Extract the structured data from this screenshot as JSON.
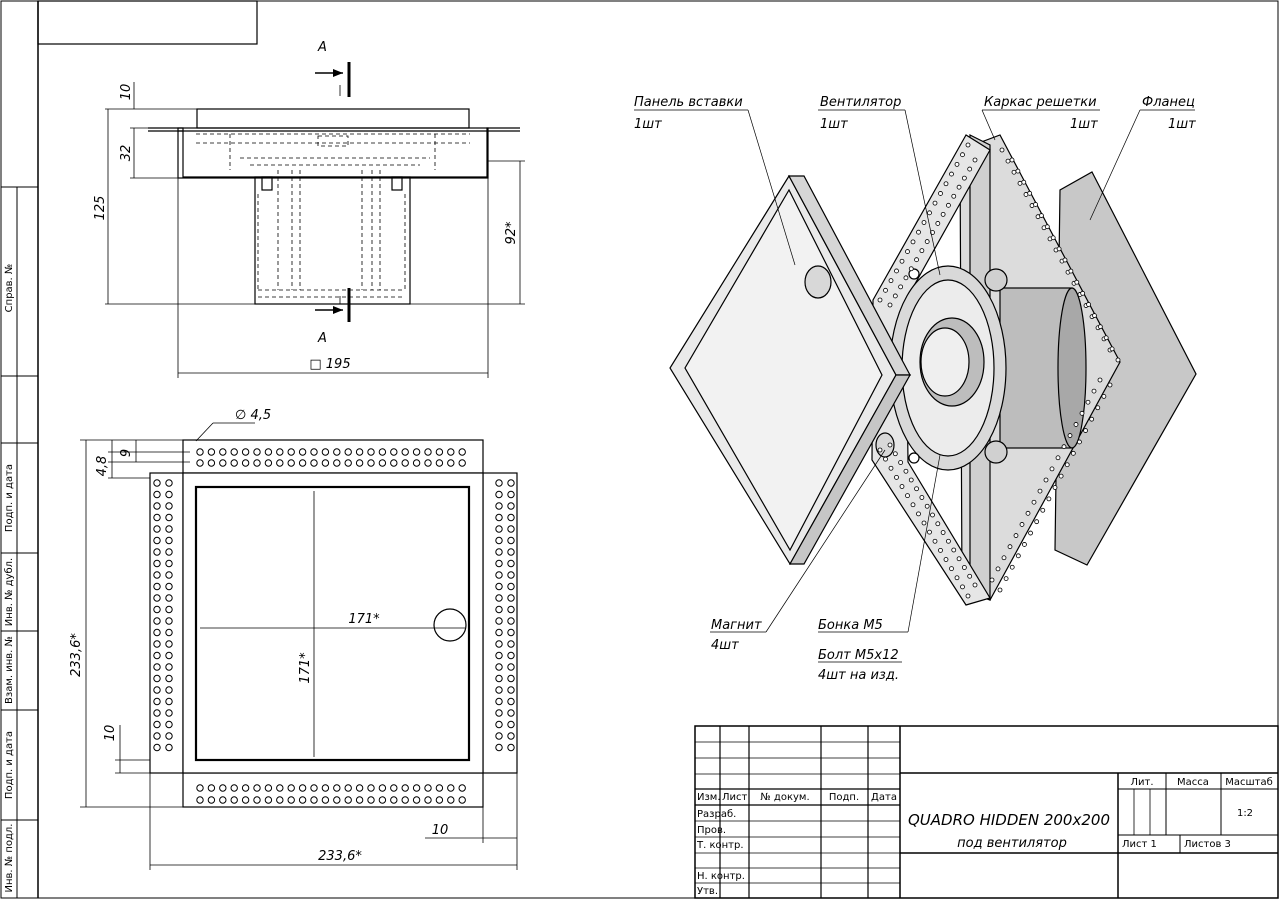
{
  "side_strip": {
    "sprav": "Справ. №",
    "podp1": "Подп. и дата",
    "inv_dubl": "Инв. № дубл.",
    "vzam": "Взам. инв. №",
    "podp2": "Подп. и дата",
    "inv_podl": "Инв. № подл."
  },
  "section_labels": {
    "top": "A",
    "bottom": "A"
  },
  "top_view_dims": {
    "d10": "10",
    "d32": "32",
    "d125": "125",
    "d92": "92*",
    "d195": "□ 195"
  },
  "bottom_view_dims": {
    "d45": "∅ 4,5",
    "d48": "4,8",
    "d9": "9",
    "d2336_v": "233,6*",
    "d171_h": "171*",
    "d171_v": "171*",
    "d10_left": "10",
    "d10_bottom": "10",
    "d2336_h": "233,6*"
  },
  "callouts": {
    "panel": {
      "name": "Панель вставки",
      "qty": "1шт"
    },
    "fan": {
      "name": "Вентилятор",
      "qty": "1шт"
    },
    "grille": {
      "name": "Каркас решетки",
      "qty": "1шт"
    },
    "flange": {
      "name": "Фланец",
      "qty": "1шт"
    },
    "magnet": {
      "name": "Магнит",
      "qty": "4шт"
    },
    "bonka": {
      "name": "Бонка М5"
    },
    "bolt": {
      "name": "Болт М5х12",
      "qty": "4шт на изд."
    }
  },
  "title_block": {
    "headers": {
      "izm": "Изм.",
      "list": "Лист",
      "ndokum": "№ докум.",
      "podp": "Подп.",
      "data": "Дата"
    },
    "rows": {
      "razrab": "Разраб.",
      "prov": "Пров.",
      "tkontr": "Т. контр.",
      "nkontr": "Н. контр.",
      "utv": "Утв."
    },
    "title": "QUADRO HIDDEN 200x200",
    "subtitle": "под вентилятор",
    "lit": "Лит.",
    "massa": "Масса",
    "masshtab": "Масштаб",
    "scale": "1:2",
    "sheet": "Лист 1",
    "sheets": "Листов 3"
  },
  "colors": {
    "line": "#000000",
    "panel_fill": "#e4e4e4",
    "flange_fill": "#c8c8c8",
    "grille_fill": "#dcdcdc",
    "fan_fill": "#bdbdbd"
  }
}
